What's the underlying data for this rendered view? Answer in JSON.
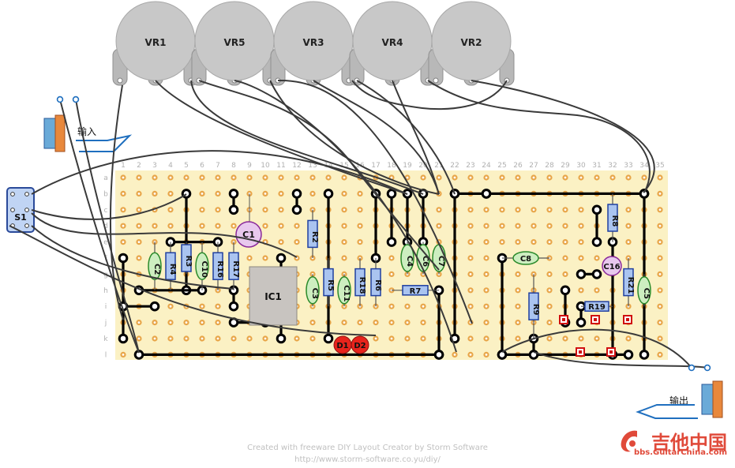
{
  "pots": [
    "VR1",
    "VR5",
    "VR3",
    "VR4",
    "VR2"
  ],
  "input_label": "输入",
  "output_label": "输出",
  "switch_label": "S1",
  "ic_label": "IC1",
  "column_numbers": [
    "1",
    "2",
    "3",
    "4",
    "5",
    "6",
    "7",
    "8",
    "9",
    "10",
    "11",
    "12",
    "13",
    "14",
    "15",
    "16",
    "17",
    "18",
    "19",
    "20",
    "21",
    "22",
    "23",
    "24",
    "25",
    "26",
    "27",
    "28",
    "29",
    "30",
    "31",
    "32",
    "33",
    "34",
    "35"
  ],
  "row_letters": [
    "a",
    "b",
    "c",
    "d",
    "e",
    "f",
    "g",
    "h",
    "i",
    "j",
    "k",
    "l"
  ],
  "resistors": [
    "R4",
    "R3",
    "R16",
    "R17",
    "R2",
    "R5",
    "R18",
    "R6",
    "R7",
    "R9",
    "R19",
    "R8",
    "R21"
  ],
  "film_caps": [
    "C2",
    "C10",
    "C3",
    "C11",
    "C4",
    "C6",
    "C7",
    "C8",
    "C5"
  ],
  "electrolytic_caps": [
    "C1",
    "C16"
  ],
  "diodes": [
    "D1",
    "D2"
  ],
  "footer": {
    "line1": "Created with freeware DIY Layout Creator by Storm Software",
    "line2": "http://www.storm-software.co.yu/diy/"
  },
  "watermark": {
    "text": "吉他中国",
    "sub": "bbs.GuitarChina.com"
  },
  "colors": {
    "board": "#fbf1c4",
    "pad": "#e8a64a",
    "pot": "#c8c8c8",
    "film_cap": "#cdeec0",
    "resistor": "#aac4f0",
    "electro": "#e8c8ee",
    "diode": "#e8241c",
    "ic": "#c8c4c0",
    "wire": "#3a3a3a",
    "link": "#000000"
  }
}
